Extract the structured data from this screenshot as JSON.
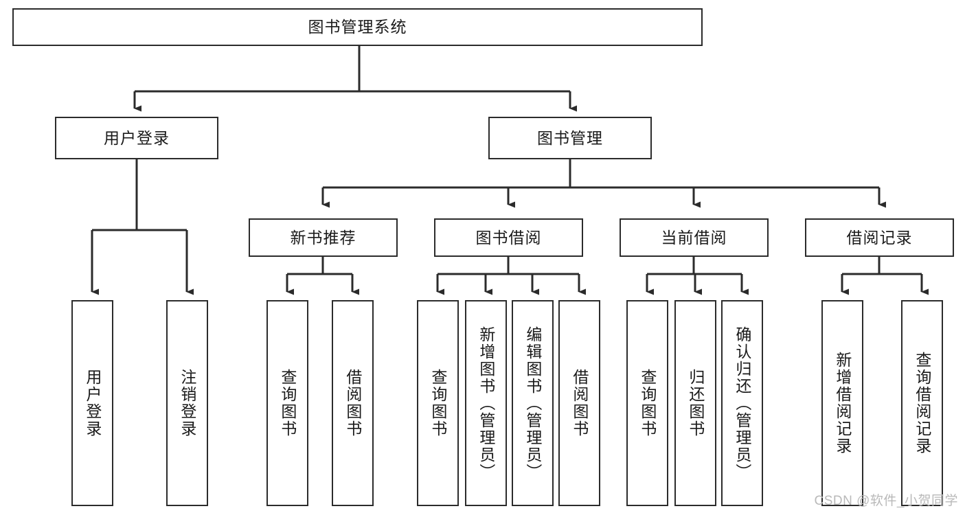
{
  "diagram": {
    "title": "图书管理系统",
    "type": "tree",
    "background_color": "#ffffff",
    "line_color": "#2b2b2b",
    "box_border_color": "#2b2b2b",
    "box_fill_color": "#ffffff",
    "text_color": "#1a1a1a"
  },
  "nodes": {
    "root": {
      "label": "图书管理系统",
      "level": 0
    },
    "user_login": {
      "label": "用户登录",
      "level": 1
    },
    "book_manage": {
      "label": "图书管理",
      "level": 1
    },
    "new_book_rec": {
      "label": "新书推荐",
      "level": 2
    },
    "book_borrow": {
      "label": "图书借阅",
      "level": 2
    },
    "current_borrow": {
      "label": "当前借阅",
      "level": 2
    },
    "borrow_record": {
      "label": "借阅记录",
      "level": 2
    },
    "leaf_user_login": {
      "label": "用户登录",
      "level": 3
    },
    "leaf_user_logout": {
      "label": "注销登录",
      "level": 3
    },
    "leaf_rec_query": {
      "label": "查询图书",
      "level": 3
    },
    "leaf_rec_borrow": {
      "label": "借阅图书",
      "level": 3
    },
    "leaf_borrow_query": {
      "label": "查询图书",
      "level": 3
    },
    "leaf_add_book": {
      "label": "新增图书（管理员）",
      "level": 3
    },
    "leaf_edit_book": {
      "label": "编辑图书（管理员）",
      "level": 3
    },
    "leaf_borrow_book": {
      "label": "借阅图书",
      "level": 3
    },
    "leaf_cur_query": {
      "label": "查询图书",
      "level": 3
    },
    "leaf_return_book": {
      "label": "归还图书",
      "level": 3
    },
    "leaf_confirm_return": {
      "label": "确认归还（管理员）",
      "level": 3
    },
    "leaf_add_record": {
      "label": "新增借阅记录",
      "level": 3
    },
    "leaf_query_record": {
      "label": "查询借阅记录",
      "level": 3
    }
  },
  "watermark": {
    "text": "CSDN @软件_小贺同学"
  }
}
